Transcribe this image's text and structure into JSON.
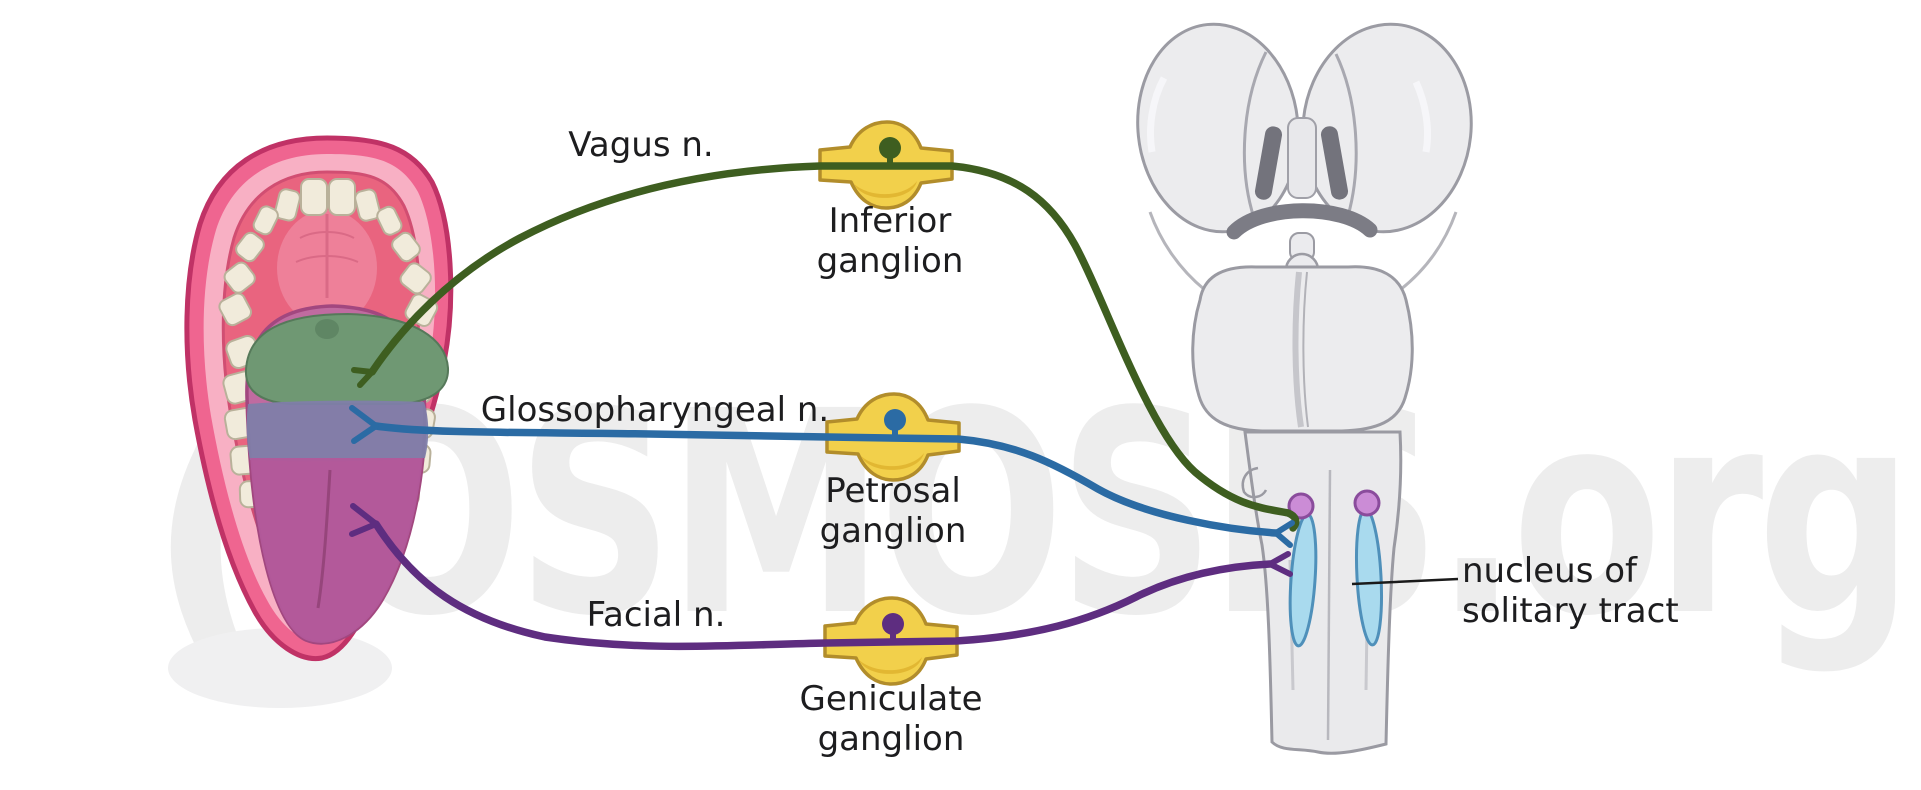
{
  "watermark": {
    "mark": "(",
    "text": "OSMOSIS",
    "suffix": ".org"
  },
  "nerves": [
    {
      "id": "vagus",
      "label": "Vagus n.",
      "color": "#3e5e20",
      "ganglion": {
        "line1": "Inferior",
        "line2": "ganglion"
      },
      "tongue_region_color": "#6f9873"
    },
    {
      "id": "glossopharyngeal",
      "label": "Glossopharyngeal n.",
      "color": "#2b6ba4",
      "ganglion": {
        "line1": "Petrosal",
        "line2": "ganglion"
      },
      "tongue_region_color": "#7f7ea9"
    },
    {
      "id": "facial",
      "label": "Facial n.",
      "color": "#5e2d80",
      "ganglion": {
        "line1": "Geniculate",
        "line2": "ganglion"
      },
      "tongue_region_color": "#b2589a"
    }
  ],
  "brainstem": {
    "nucleus_label_line1": "nucleus of",
    "nucleus_label_line2": "solitary tract"
  },
  "colors": {
    "vagus": "#3e5e20",
    "glossopharyngeal": "#2b6ba4",
    "facial": "#5e2d80",
    "ganglion_fill": "#f2d04b",
    "ganglion_outline": "#b28d2b",
    "ganglion_shade": "#dfb32e",
    "nucleus_fill": "#a9daee",
    "nucleus_outline": "#4f90ba",
    "nucleus_cap_fill": "#cb8cd6",
    "nucleus_cap_outline": "#8a4c9c",
    "tongue_posterior_green": "#6f9873",
    "tongue_middle_band": "#7f7ea9",
    "tongue_anterior_magenta": "#b2589a",
    "lip_pink": "#ef6590",
    "brainstem_gray": "#ececee",
    "label_text": "#1d1d1f",
    "watermark_gray": "#ededed"
  }
}
